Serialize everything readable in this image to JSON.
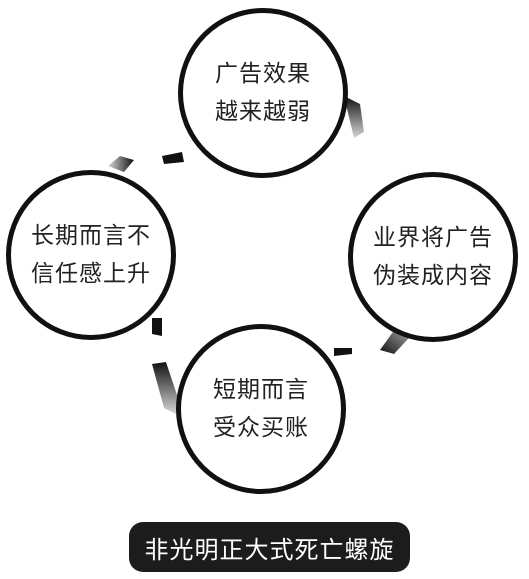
{
  "nodes": {
    "top": {
      "line1": "广告效果",
      "line2": "越来越弱"
    },
    "right": {
      "line1": "业界将广告",
      "line2": "伪装成内容"
    },
    "bottom": {
      "line1": "短期而言",
      "line2": "受众买账"
    },
    "left": {
      "line1": "长期而言不",
      "line2": "信任感上升"
    }
  },
  "caption": "非光明正大式死亡螺旋",
  "colors": {
    "circle_border": "#111111",
    "text": "#222222",
    "caption_bg": "#1c1c1c",
    "caption_text": "#ffffff",
    "arrow_dark": "#111111",
    "arrow_light": "#d6d6d6"
  }
}
